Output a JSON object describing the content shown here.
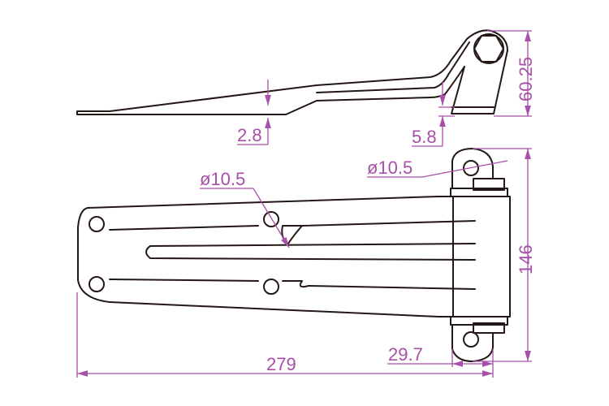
{
  "title": "Hinge technical drawing",
  "colors": {
    "outline": "#231815",
    "dimension": "#a84fa8"
  },
  "dimensions": {
    "plate_thickness": "2.8",
    "bracket_base": "5.8",
    "height_side": "60.25",
    "hole_plate": "ø10.5",
    "hole_lug": "ø10.5",
    "overall_height": "146",
    "overall_length": "279",
    "lug_width": "29.7"
  }
}
